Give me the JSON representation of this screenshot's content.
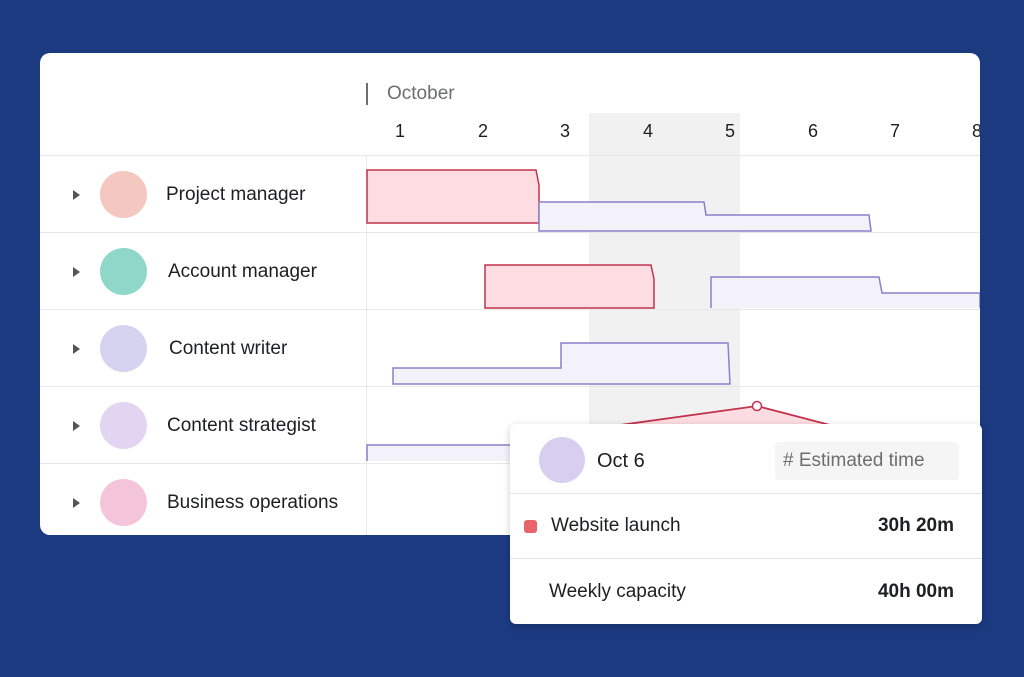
{
  "timeline": {
    "month": "October",
    "days": [
      "1",
      "2",
      "3",
      "4",
      "5",
      "6",
      "7",
      "8"
    ]
  },
  "rows": [
    {
      "name": "Project manager",
      "avatar_color": "#f4c7c0"
    },
    {
      "name": "Account manager",
      "avatar_color": "#8fd8c9"
    },
    {
      "name": "Content writer",
      "avatar_color": "#d5d3ef"
    },
    {
      "name": "Content strategist",
      "avatar_color": "#e2d5f2"
    },
    {
      "name": "Business operations",
      "avatar_color": "#f4c5da"
    }
  ],
  "colors": {
    "background": "#1b3a80",
    "overload": "#c2334d",
    "overload_fill": "#fddde2",
    "capacity": "#8a80c8",
    "capacity_fill": "#f3f2fb"
  },
  "tooltip": {
    "date": "Oct 6",
    "field_icon": "hash-icon",
    "field_label": "Estimated time",
    "items": [
      {
        "label": "Website launch",
        "value": "30h 20m",
        "color": "#e8636b"
      },
      {
        "label": "Weekly capacity",
        "value": "40h 00m"
      }
    ]
  }
}
